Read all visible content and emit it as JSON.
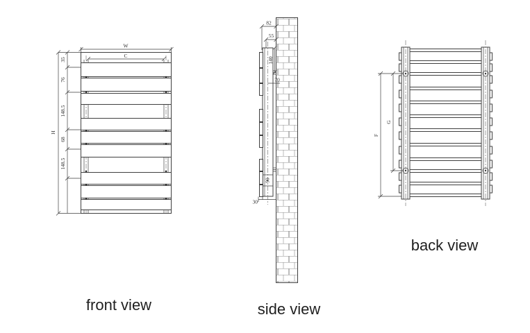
{
  "colors": {
    "background": "#ffffff",
    "line": "#3f3f3f",
    "dim_text": "#2e2e2e",
    "caption_text": "#1f1f1f",
    "brick_mortar": "#8f8f8f"
  },
  "views": {
    "front": {
      "caption": "front view",
      "dims": {
        "width": "W",
        "inner_width": "C",
        "height": "H",
        "spacings": [
          "35",
          "76",
          "148.5",
          "68",
          "148.5"
        ]
      }
    },
    "side": {
      "caption": "side view",
      "dims": {
        "d82": "82",
        "d55": "55",
        "d140": "140",
        "d70": "70",
        "d90": "90",
        "d30": "30"
      }
    },
    "back": {
      "caption": "back view",
      "dims": {
        "f": "F",
        "g": "G"
      }
    }
  }
}
